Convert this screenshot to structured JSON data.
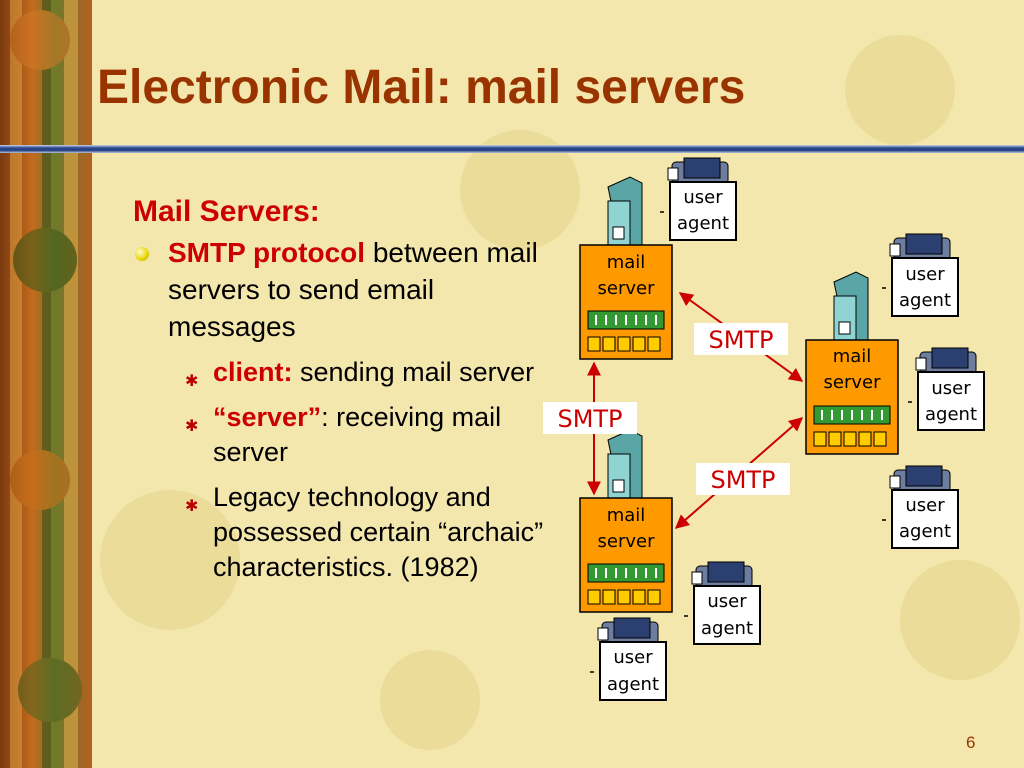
{
  "title": "Electronic Mail: mail servers",
  "content": {
    "heading": "Mail Servers:",
    "bullet1": {
      "bold": "SMTP protocol",
      "rest": " between mail servers to send email messages"
    },
    "sub": [
      {
        "bold": "client:",
        "rest": " sending mail server"
      },
      {
        "bold": "“server”",
        "rest": ": receiving mail server"
      },
      {
        "bold": "",
        "rest": "Legacy technology and possessed certain “archaic” characteristics. (1982)"
      }
    ]
  },
  "diagram": {
    "mail_server_label_1": "mail",
    "mail_server_label_2": "server",
    "user_agent_label_1": "user",
    "user_agent_label_2": "agent",
    "smtp_label": "SMTP"
  },
  "page_number": "6",
  "colors": {
    "title": "#993300",
    "accent_red": "#cc0000",
    "server_box": "#ff9900",
    "queue_green": "#339933",
    "arrow": "#cc0000"
  }
}
